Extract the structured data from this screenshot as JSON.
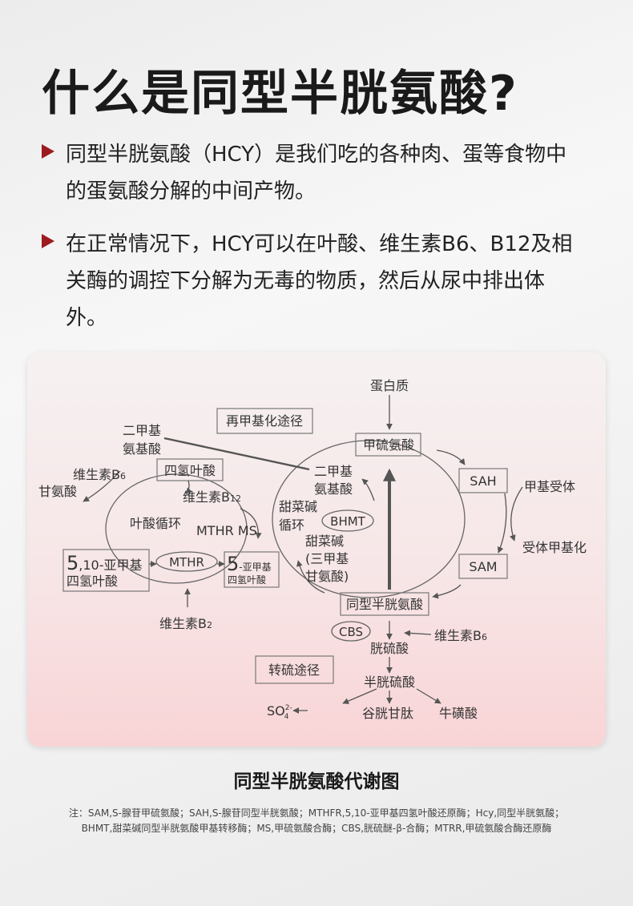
{
  "title": "什么是同型半胱氨酸?",
  "bullets": [
    "同型半胱氨酸（HCY）是我们吃的各种肉、蛋等食物中的蛋氨酸分解的中间产物。",
    "在正常情况下，HCY可以在叶酸、维生素B6、B12及相关酶的调控下分解为无毒的物质，然后从尿中排出体外。"
  ],
  "diagram": {
    "protein": "蛋白质",
    "remethylation": "再甲基化途径",
    "methionine": "甲硫氨酸",
    "sah": "SAH",
    "sam": "SAM",
    "methyl_acceptor": "甲基受体",
    "acceptor_methylated": "受体甲基化",
    "homocysteine": "同型半胱氨酸",
    "dimethylglycine_left": [
      "二甲基",
      "氨基酸"
    ],
    "dimethylglycine_center": [
      "二甲基",
      "氨基酸"
    ],
    "thf": "四氢叶酸",
    "vitb6_left_main": "维生素B",
    "vitb6_left_sub": "6",
    "glycine": "甘氨酸",
    "vitb12_main": "维生素B",
    "vitb12_sub": "12",
    "folate_cycle": "叶酸循环",
    "mthr_ms": "MTHR  MS",
    "betaine_cycle": [
      "甜菜碱",
      "循环"
    ],
    "bhmt": "BHMT",
    "betaine": [
      "甜菜碱",
      "(三甲基",
      "甘氨酸)"
    ],
    "mthf_big": "5",
    "mthf_rest": ",10-亚甲基",
    "mthf_line2": "四氢叶酸",
    "mthr": "MTHR",
    "mthf5_big": "5",
    "mthf5_rest": "-亚甲基",
    "mthf5_line2": "四氢叶酸",
    "vitb2_main": "维生素B",
    "vitb2_sub": "2",
    "cbs": "CBS",
    "vitb6_right_main": "维生素B",
    "vitb6_right_sub": "6",
    "cystathionine": "胱硫酸",
    "transsulfuration": "转硫途径",
    "cysteine": "半胱硫酸",
    "sulfate_main": "SO",
    "sulfate_sup": "2-",
    "sulfate_sub": "4",
    "glutathione": "谷胱甘肽",
    "taurine": "牛磺酸"
  },
  "caption": "同型半胱氨酸代谢图",
  "notes": [
    "注：SAM,S-腺苷甲硫氨酸；SAH,S-腺苷同型半胱氨酸；MTHFR,5,10-亚甲基四氢叶酸还原酶；Hcy,同型半胱氨酸；",
    "BHMT,甜菜碱同型半胱氨酸甲基转移酶；MS,甲硫氨酸合酶；CBS,胱硫醚-β-合酶；MTRR,甲硫氨酸合酶还原酶"
  ]
}
